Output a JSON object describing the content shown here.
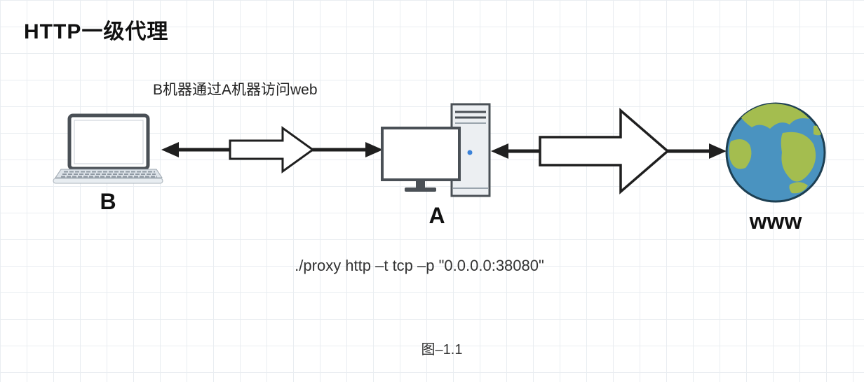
{
  "title": "HTTP一级代理",
  "annotation": "B机器通过A机器访问web",
  "nodes": {
    "client": {
      "label": "B",
      "icon": "laptop-icon"
    },
    "proxy": {
      "label": "A",
      "icon": "desktop-tower-icon"
    },
    "web": {
      "label": "www",
      "icon": "globe-icon"
    }
  },
  "connections": [
    {
      "from": "B",
      "to": "A",
      "style": "double-headed-arrow with hollow right arrow"
    },
    {
      "from": "A",
      "to": "www",
      "style": "double-headed-arrow with hollow right arrow"
    }
  ],
  "command": "./proxy http –t tcp –p \"0.0.0.0:38080\"",
  "caption": "图–1.1",
  "colors": {
    "background": "#ffffff",
    "grid_line": "#e9edf1",
    "arrow": "#1f1f1f",
    "device_stroke": "#4a5056",
    "device_fill": "#eceff2",
    "power_led": "#3b82d8",
    "globe_ocean": "#4a93c0",
    "globe_land": "#a4bd4f",
    "globe_rim": "#1d3f52"
  }
}
